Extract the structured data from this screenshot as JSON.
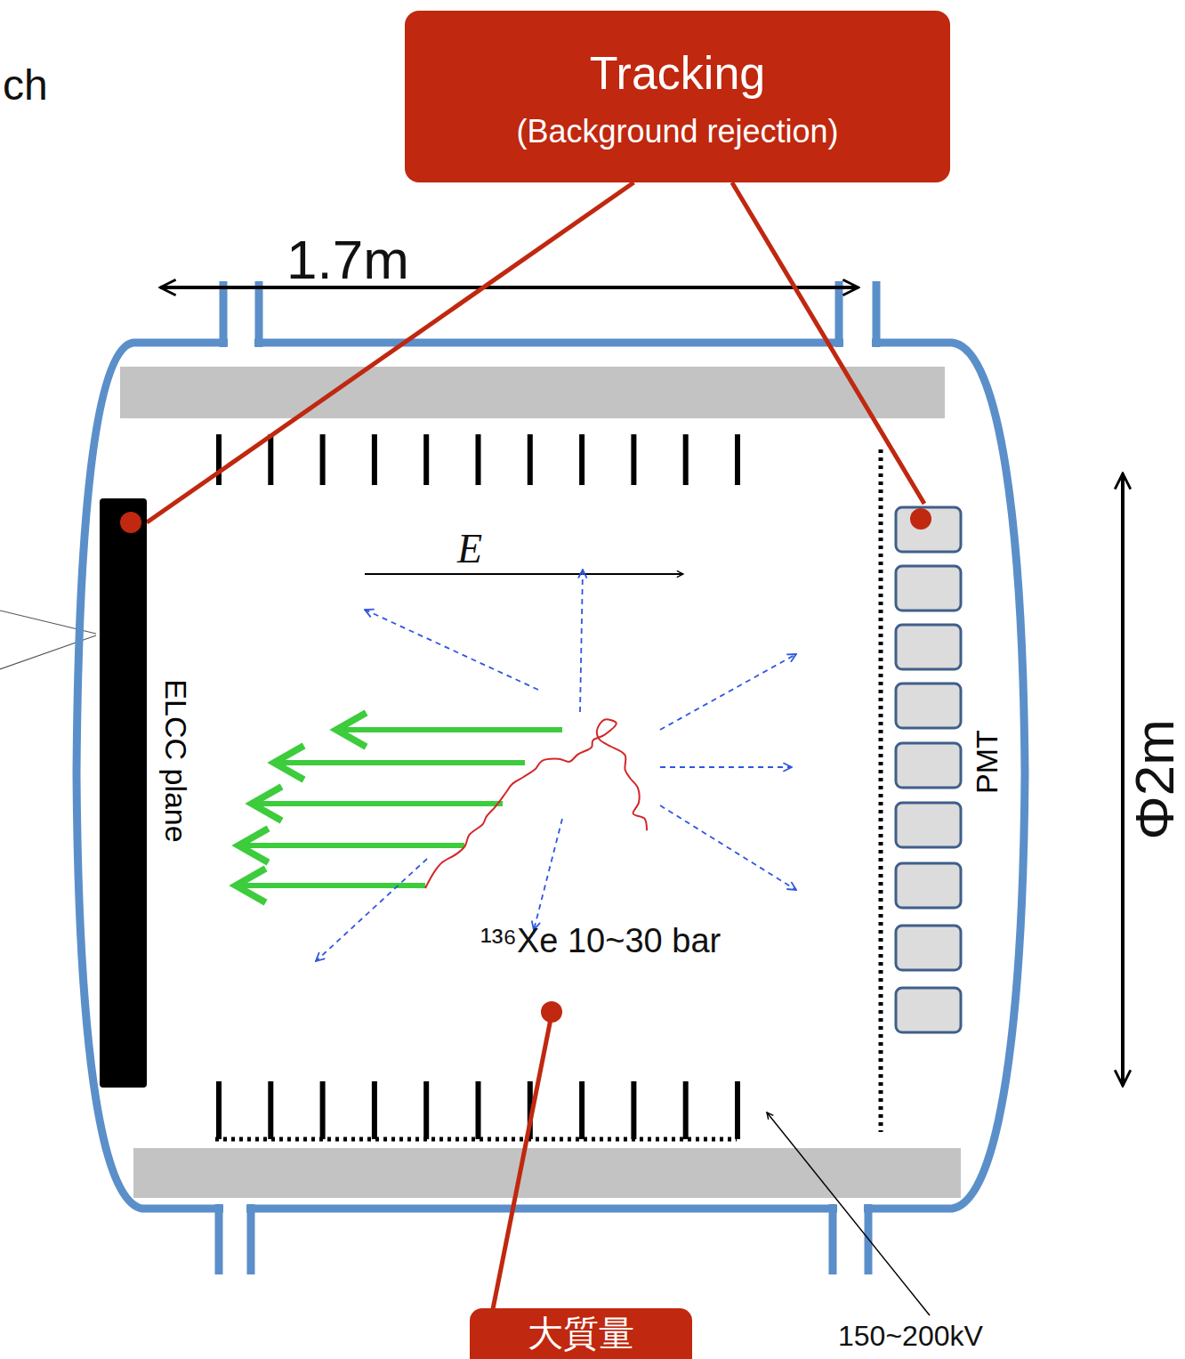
{
  "diagram": {
    "nodes": [
      {
        "text": [
          "Tracking",
          "(Background rejection)"
        ]
      },
      {
        "text": [
          "ELCC plane"
        ]
      },
      {
        "text": [
          "PMT"
        ]
      },
      {
        "text": [
          "大質量"
        ]
      }
    ],
    "edges": [
      {
        "from": 0,
        "to": 1,
        "arrow": "none"
      },
      {
        "from": 0,
        "to": 2,
        "arrow": "none"
      }
    ],
    "labels": [
      "ch",
      "1.7m",
      "E",
      "¹³⁶Xe 10~30 bar",
      "Φ2m",
      "150~200kV"
    ]
  }
}
